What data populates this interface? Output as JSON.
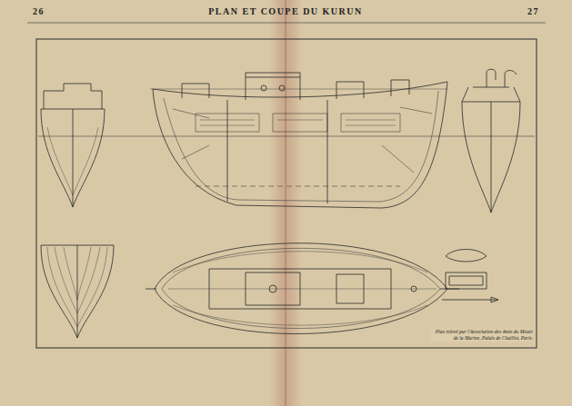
{
  "diagram": {
    "title": "PLAN ET COUPE DU KURUN",
    "caption": "Plan relevé par l'Association des Amis du Musée de la Marine, Palais de Chaillot, Paris.",
    "labels": [
      "26",
      "27"
    ]
  }
}
